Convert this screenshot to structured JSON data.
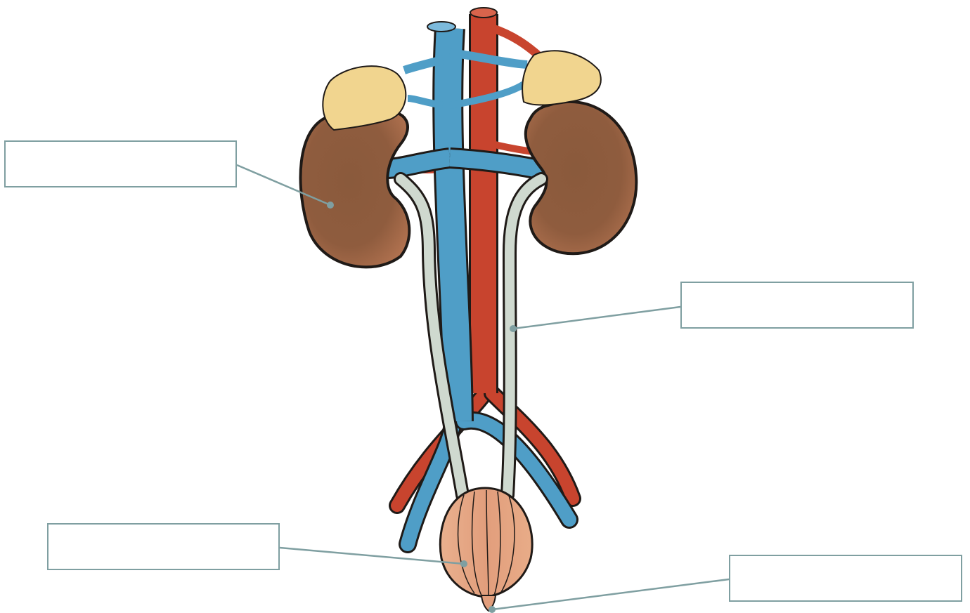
{
  "diagram": {
    "labels": [
      {
        "id": "kidney",
        "text": ""
      },
      {
        "id": "ureter",
        "text": ""
      },
      {
        "id": "bladder",
        "text": ""
      },
      {
        "id": "urethra",
        "text": ""
      }
    ],
    "colors": {
      "kidney": "#8b5a3c",
      "adrenal": "#f1d58f",
      "vein": "#4f9ec7",
      "artery": "#c8442e",
      "ureter": "#cfd9cf",
      "bladder": "#e5a382",
      "leader_line": "#7f9fa1",
      "outline": "#1f1a17"
    }
  }
}
